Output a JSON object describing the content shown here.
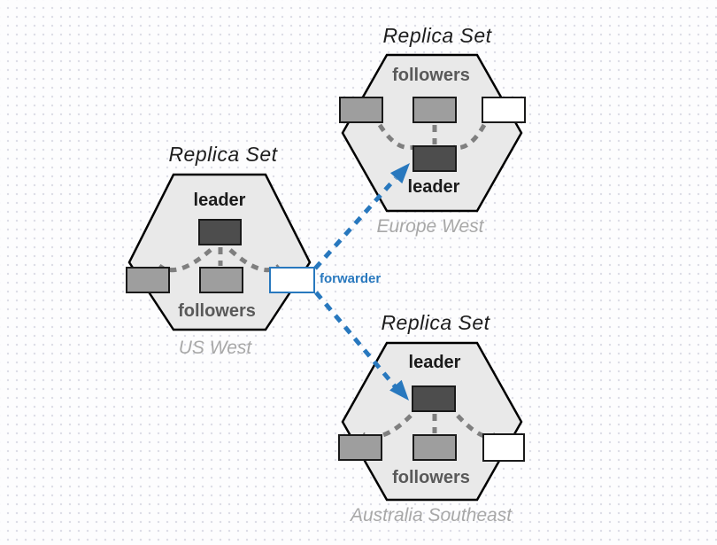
{
  "diagram": {
    "forwarder_label": "forwarder",
    "replica_sets": [
      {
        "title": "Replica Set",
        "region": "US West",
        "leader_label": "leader",
        "followers_label": "followers"
      },
      {
        "title": "Replica Set",
        "region": "Europe West",
        "leader_label": "leader",
        "followers_label": "followers"
      },
      {
        "title": "Replica Set",
        "region": "Australia Southeast",
        "leader_label": "leader",
        "followers_label": "followers"
      }
    ],
    "colors": {
      "accent_blue": "#2878BE",
      "leader_fill": "#4d4d4d",
      "follower_fill": "#9e9e9e",
      "hexagon_fill": "#e9e9e9",
      "connector_gray": "#7f7f7f",
      "outline": "#1a1a1a",
      "followers_text": "#595959",
      "region_text": "#a8a8a8"
    }
  }
}
